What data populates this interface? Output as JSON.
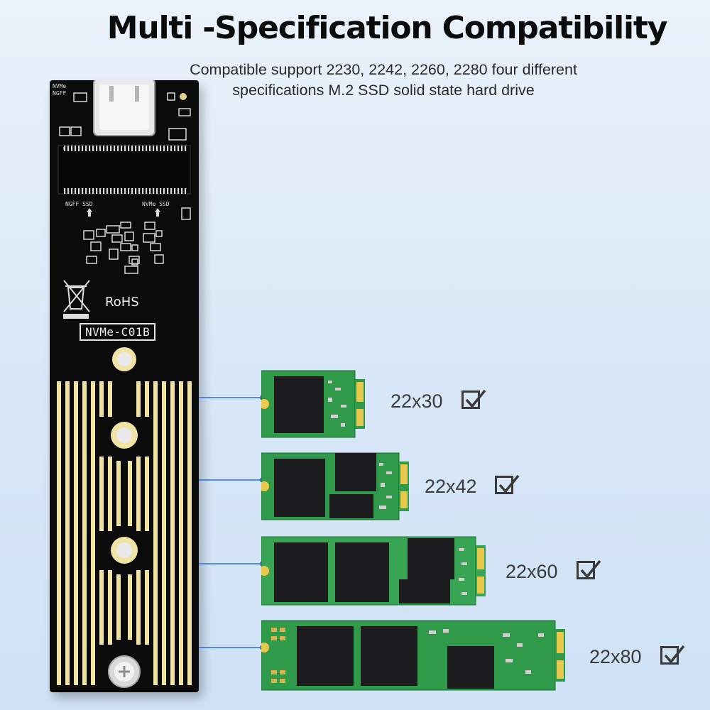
{
  "heading": {
    "title": "Multi -Specification Compatibility",
    "subtitle": "Compatible support 2230, 2242, 2260, 2280 four different specifications M.2 SSD solid state hard drive"
  },
  "board": {
    "model": "NVMe-C01B",
    "rohs": "RoHS",
    "silk_ngff_top": "NGFF",
    "silk_nvme_top": "NVMe",
    "silk_ngff_ssd": "NGFF  SSD",
    "silk_nvme_ssd": "NVMe  SSD"
  },
  "ssd_sizes": [
    {
      "label": "22x30"
    },
    {
      "label": "22x42"
    },
    {
      "label": "22x60"
    },
    {
      "label": "22x80"
    }
  ],
  "colors": {
    "pcb_black": "#0b0b0c",
    "gold_trace": "#f1e3a4",
    "ssd_green": "#2f9a4a",
    "connector_line": "#2d6fd6",
    "chip": "#1c1c1e"
  },
  "icons": {
    "checkbox": "checkbox-checked-icon",
    "recycle": "weee-bin-icon",
    "usb": "usb-c-port-icon"
  }
}
